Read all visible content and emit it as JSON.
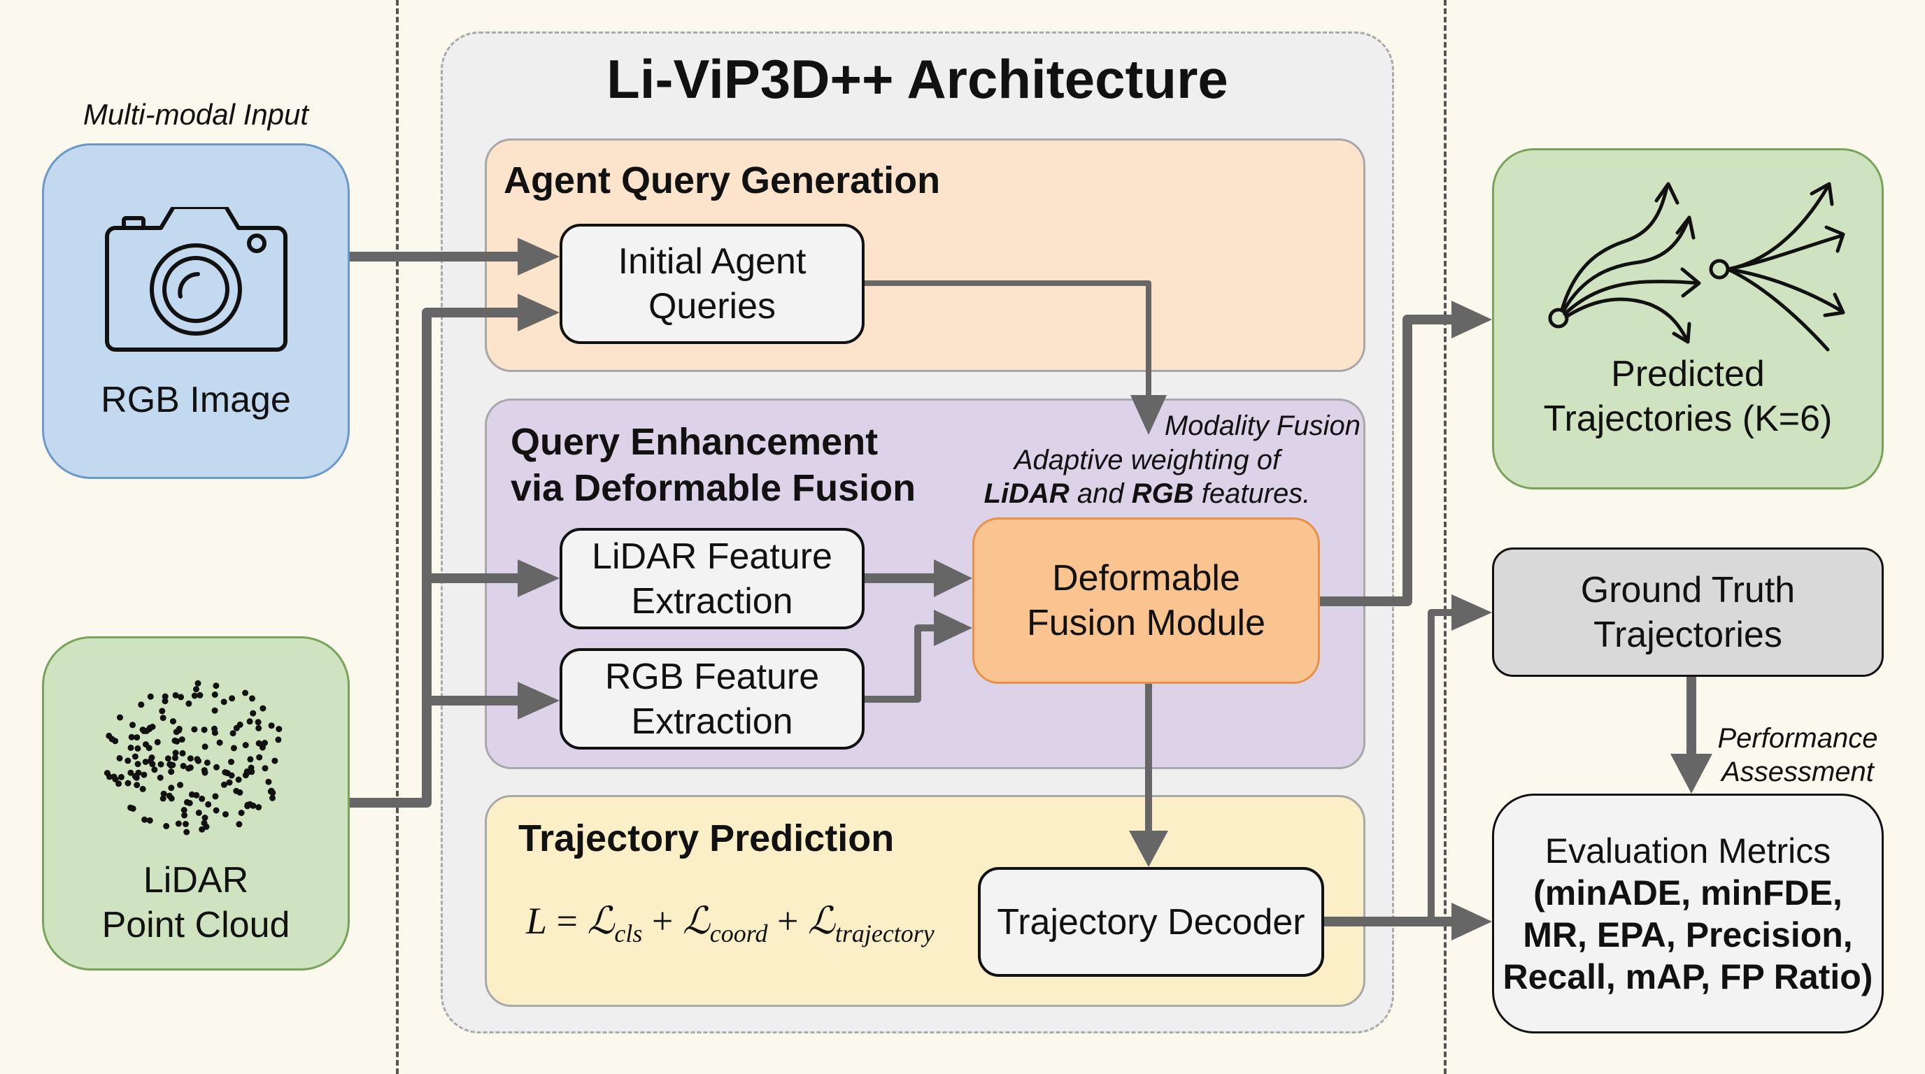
{
  "title": "Li-ViP3D++ Architecture",
  "inputs": {
    "label": "Multi-modal Input",
    "rgb": {
      "label": "RGB Image",
      "icon": "camera-icon"
    },
    "lidar": {
      "line1": "LiDAR",
      "line2": "Point Cloud",
      "icon": "point-cloud-icon"
    }
  },
  "sections": {
    "agent_query": {
      "title": "Agent Query Generation",
      "node": {
        "line1": "Initial Agent",
        "line2": "Queries"
      }
    },
    "enhancement": {
      "title_line1": "Query Enhancement",
      "title_line2": "via Deformable Fusion",
      "fusion_label": "Modality Fusion",
      "note_line1": "Adaptive weighting of",
      "note_lidar": "LiDAR",
      "note_and": " and ",
      "note_rgb": "RGB",
      "note_end": " features.",
      "lidar_node": {
        "line1": "LiDAR Feature",
        "line2": "Extraction"
      },
      "rgb_node": {
        "line1": "RGB Feature",
        "line2": "Extraction"
      },
      "fusion_node": {
        "line1": "Deformable",
        "line2": "Fusion Module"
      }
    },
    "trajectory": {
      "title": "Trajectory Prediction",
      "formula": {
        "lhs": "L",
        "eq": " = ",
        "term1": "ℒ",
        "sub1": "cls",
        "plus": " + ",
        "term2": "ℒ",
        "sub2": "coord",
        "term3": "ℒ",
        "sub3": "trajectory"
      },
      "decoder_node": "Trajectory Decoder"
    }
  },
  "outputs": {
    "predicted": {
      "line1": "Predicted",
      "line2": "Trajectories (K=6)",
      "icon": "trajectory-fan-icon"
    },
    "ground_truth": {
      "line1": "Ground Truth",
      "line2": "Trajectories"
    },
    "assessment_line1": "Performance",
    "assessment_line2": "Assessment",
    "evaluation": {
      "title": "Evaluation Metrics",
      "metrics_line1": "(minADE, minFDE,",
      "metrics_line2": "MR, EPA, Precision,",
      "metrics_line3": "Recall, mAP, FP Ratio)"
    }
  },
  "colors": {
    "background": "#fbf8ee",
    "rgb_fill": "#c3d9ef",
    "rgb_border": "#6b99c9",
    "lidar_fill": "#cfe3c0",
    "lidar_border": "#7aa35a",
    "agent_section": "#fbe3cc",
    "enhance_section": "#dcd3e8",
    "trajectory_section": "#fbefc8",
    "fusion_fill": "#f9c48f",
    "fusion_border": "#e8914a",
    "gt_fill": "#d9d9d9",
    "arrow": "#666666"
  }
}
